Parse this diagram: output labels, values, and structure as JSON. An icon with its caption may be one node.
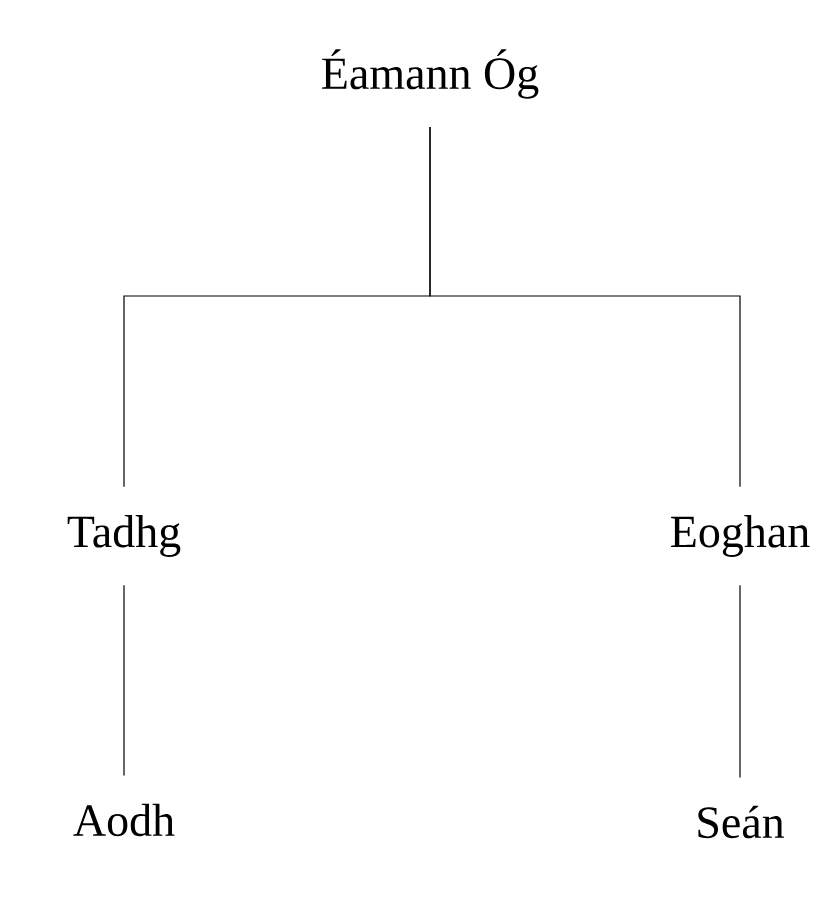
{
  "diagram": {
    "nodes": [
      {
        "text": [
          "Éamann Óg"
        ]
      },
      {
        "text": [
          "Tadhg"
        ]
      },
      {
        "text": [
          "Eoghan"
        ]
      },
      {
        "text": [
          "Aodh"
        ]
      },
      {
        "text": [
          "Seán"
        ]
      }
    ],
    "edges": [
      {
        "from": 0,
        "to": 1,
        "arrow": "none"
      },
      {
        "from": 0,
        "to": 2,
        "arrow": "none"
      },
      {
        "from": 1,
        "to": 3,
        "arrow": "none"
      },
      {
        "from": 2,
        "to": 4,
        "arrow": "none"
      }
    ]
  }
}
